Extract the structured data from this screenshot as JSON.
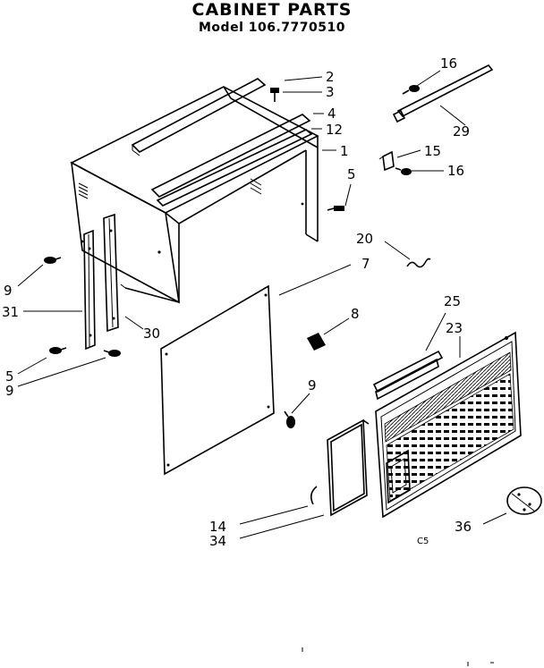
{
  "header": {
    "title": "CABINET PARTS",
    "model": "Model 106.7770510"
  },
  "callouts": [
    {
      "key": "c2",
      "text": "2"
    },
    {
      "key": "c3",
      "text": "3"
    },
    {
      "key": "c4",
      "text": "4"
    },
    {
      "key": "c12",
      "text": "12"
    },
    {
      "key": "c1",
      "text": "1"
    },
    {
      "key": "c5a",
      "text": "5"
    },
    {
      "key": "c16a",
      "text": "16"
    },
    {
      "key": "c29",
      "text": "29"
    },
    {
      "key": "c15",
      "text": "15"
    },
    {
      "key": "c16b",
      "text": "16"
    },
    {
      "key": "c20",
      "text": "20"
    },
    {
      "key": "c7",
      "text": "7"
    },
    {
      "key": "c9a",
      "text": "9"
    },
    {
      "key": "c31",
      "text": "31"
    },
    {
      "key": "c30",
      "text": "30"
    },
    {
      "key": "c5b",
      "text": "5"
    },
    {
      "key": "c9b",
      "text": "9"
    },
    {
      "key": "c8",
      "text": "8"
    },
    {
      "key": "c25",
      "text": "25"
    },
    {
      "key": "c23",
      "text": "23"
    },
    {
      "key": "c9c",
      "text": "9"
    },
    {
      "key": "c14",
      "text": "14"
    },
    {
      "key": "c34",
      "text": "34"
    },
    {
      "key": "c36",
      "text": "36"
    }
  ],
  "footer": {
    "code": "C5"
  }
}
